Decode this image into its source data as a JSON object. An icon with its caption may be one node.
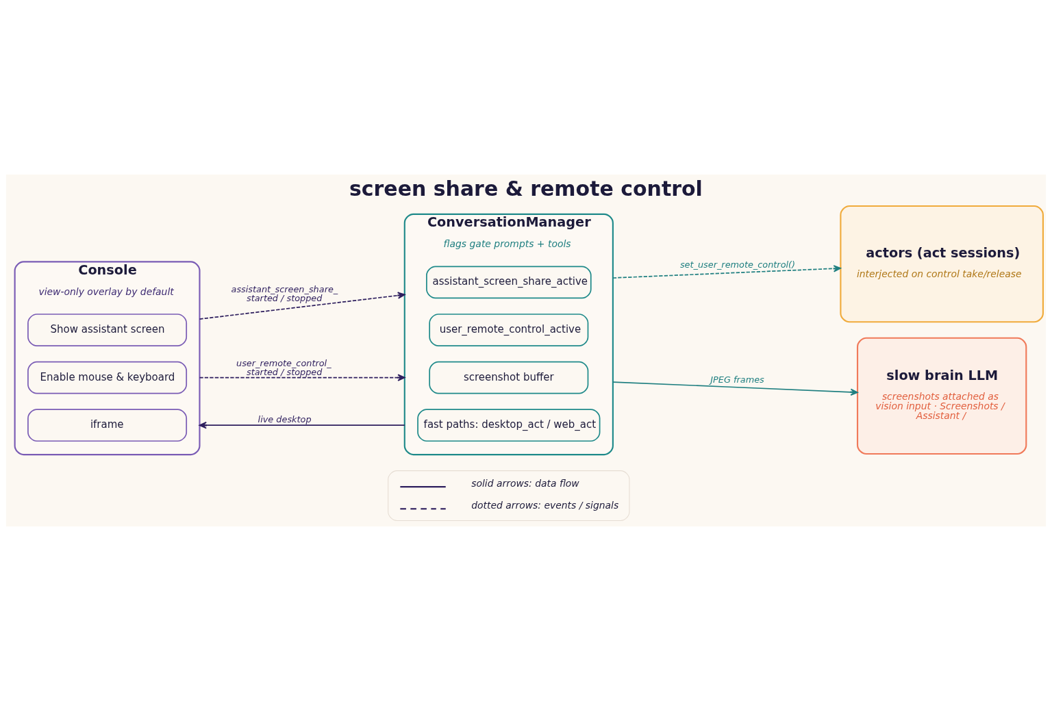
{
  "diagram": {
    "title": "screen share & remote control",
    "nodes": [
      {
        "text": [
          "Console",
          "view-only overlay by default"
        ]
      },
      {
        "text": [
          "Show assistant screen"
        ],
        "in": 0
      },
      {
        "text": [
          "Enable mouse & keyboard"
        ],
        "in": 0
      },
      {
        "text": [
          "iframe"
        ],
        "in": 0
      },
      {
        "text": [
          "ConversationManager",
          "flags gate prompts + tools"
        ]
      },
      {
        "text": [
          "assistant_screen_share_active"
        ],
        "in": 4
      },
      {
        "text": [
          "user_remote_control_active"
        ],
        "in": 4
      },
      {
        "text": [
          "screenshot buffer"
        ],
        "in": 4
      },
      {
        "text": [
          "fast paths: desktop_act / web_act"
        ],
        "in": 4
      },
      {
        "text": [
          "actors (act sessions)",
          "interjected on control take/release"
        ]
      },
      {
        "text": [
          "slow brain LLM",
          "screenshots attached as vision input · Screenshots / Assistant /"
        ]
      }
    ],
    "edges": [
      {
        "from": 0,
        "to": 4,
        "arrow": "to",
        "label": "assistant_screen_share_ started / stopped",
        "style": "dashed"
      },
      {
        "from": 0,
        "to": 4,
        "arrow": "to",
        "label": "user_remote_control_ started / stopped",
        "style": "dashed"
      },
      {
        "from": 4,
        "to": 9,
        "arrow": "to",
        "label": "set_user_remote_control()",
        "style": "dashed",
        "color": "#1f7f80"
      },
      {
        "from": 4,
        "to": 10,
        "arrow": "to",
        "label": "JPEG frames",
        "color": "#1f7f80"
      },
      {
        "from": 4,
        "to": 0,
        "arrow": "to",
        "label": "live desktop"
      }
    ],
    "legend": [
      {
        "text": "solid arrows: data flow"
      },
      {
        "text": "dotted arrows: events / signals"
      }
    ]
  }
}
